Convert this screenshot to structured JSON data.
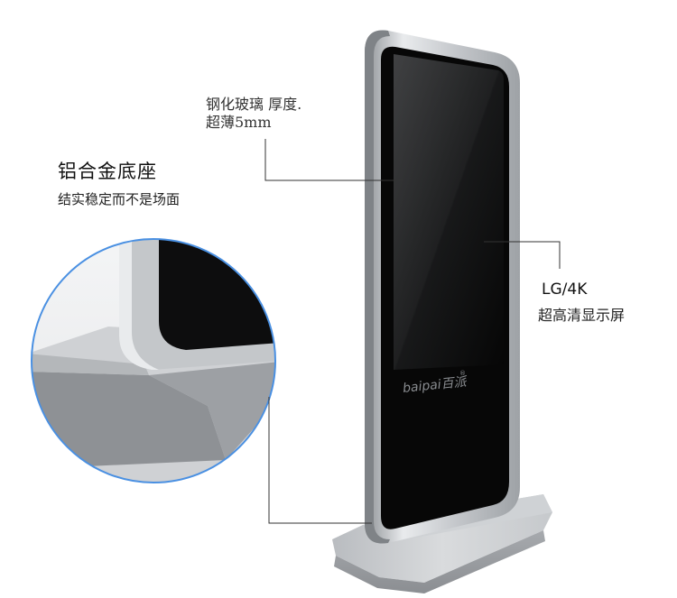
{
  "annotations": {
    "glass": {
      "line1": "钢化玻璃 厚度.",
      "line2": "超薄5mm"
    },
    "base": {
      "title": "铝合金底座",
      "subtitle": "结实稳定而不是场面"
    },
    "screen": {
      "title": "LG/4K",
      "subtitle": "超高清显示屏"
    }
  },
  "product": {
    "brand": "baipai百派®"
  },
  "colors": {
    "frame_silver": "#c9ccd0",
    "screen_black": "#0c0c0d",
    "callout_circle": "#4a90e2",
    "leader_line": "#333333"
  }
}
